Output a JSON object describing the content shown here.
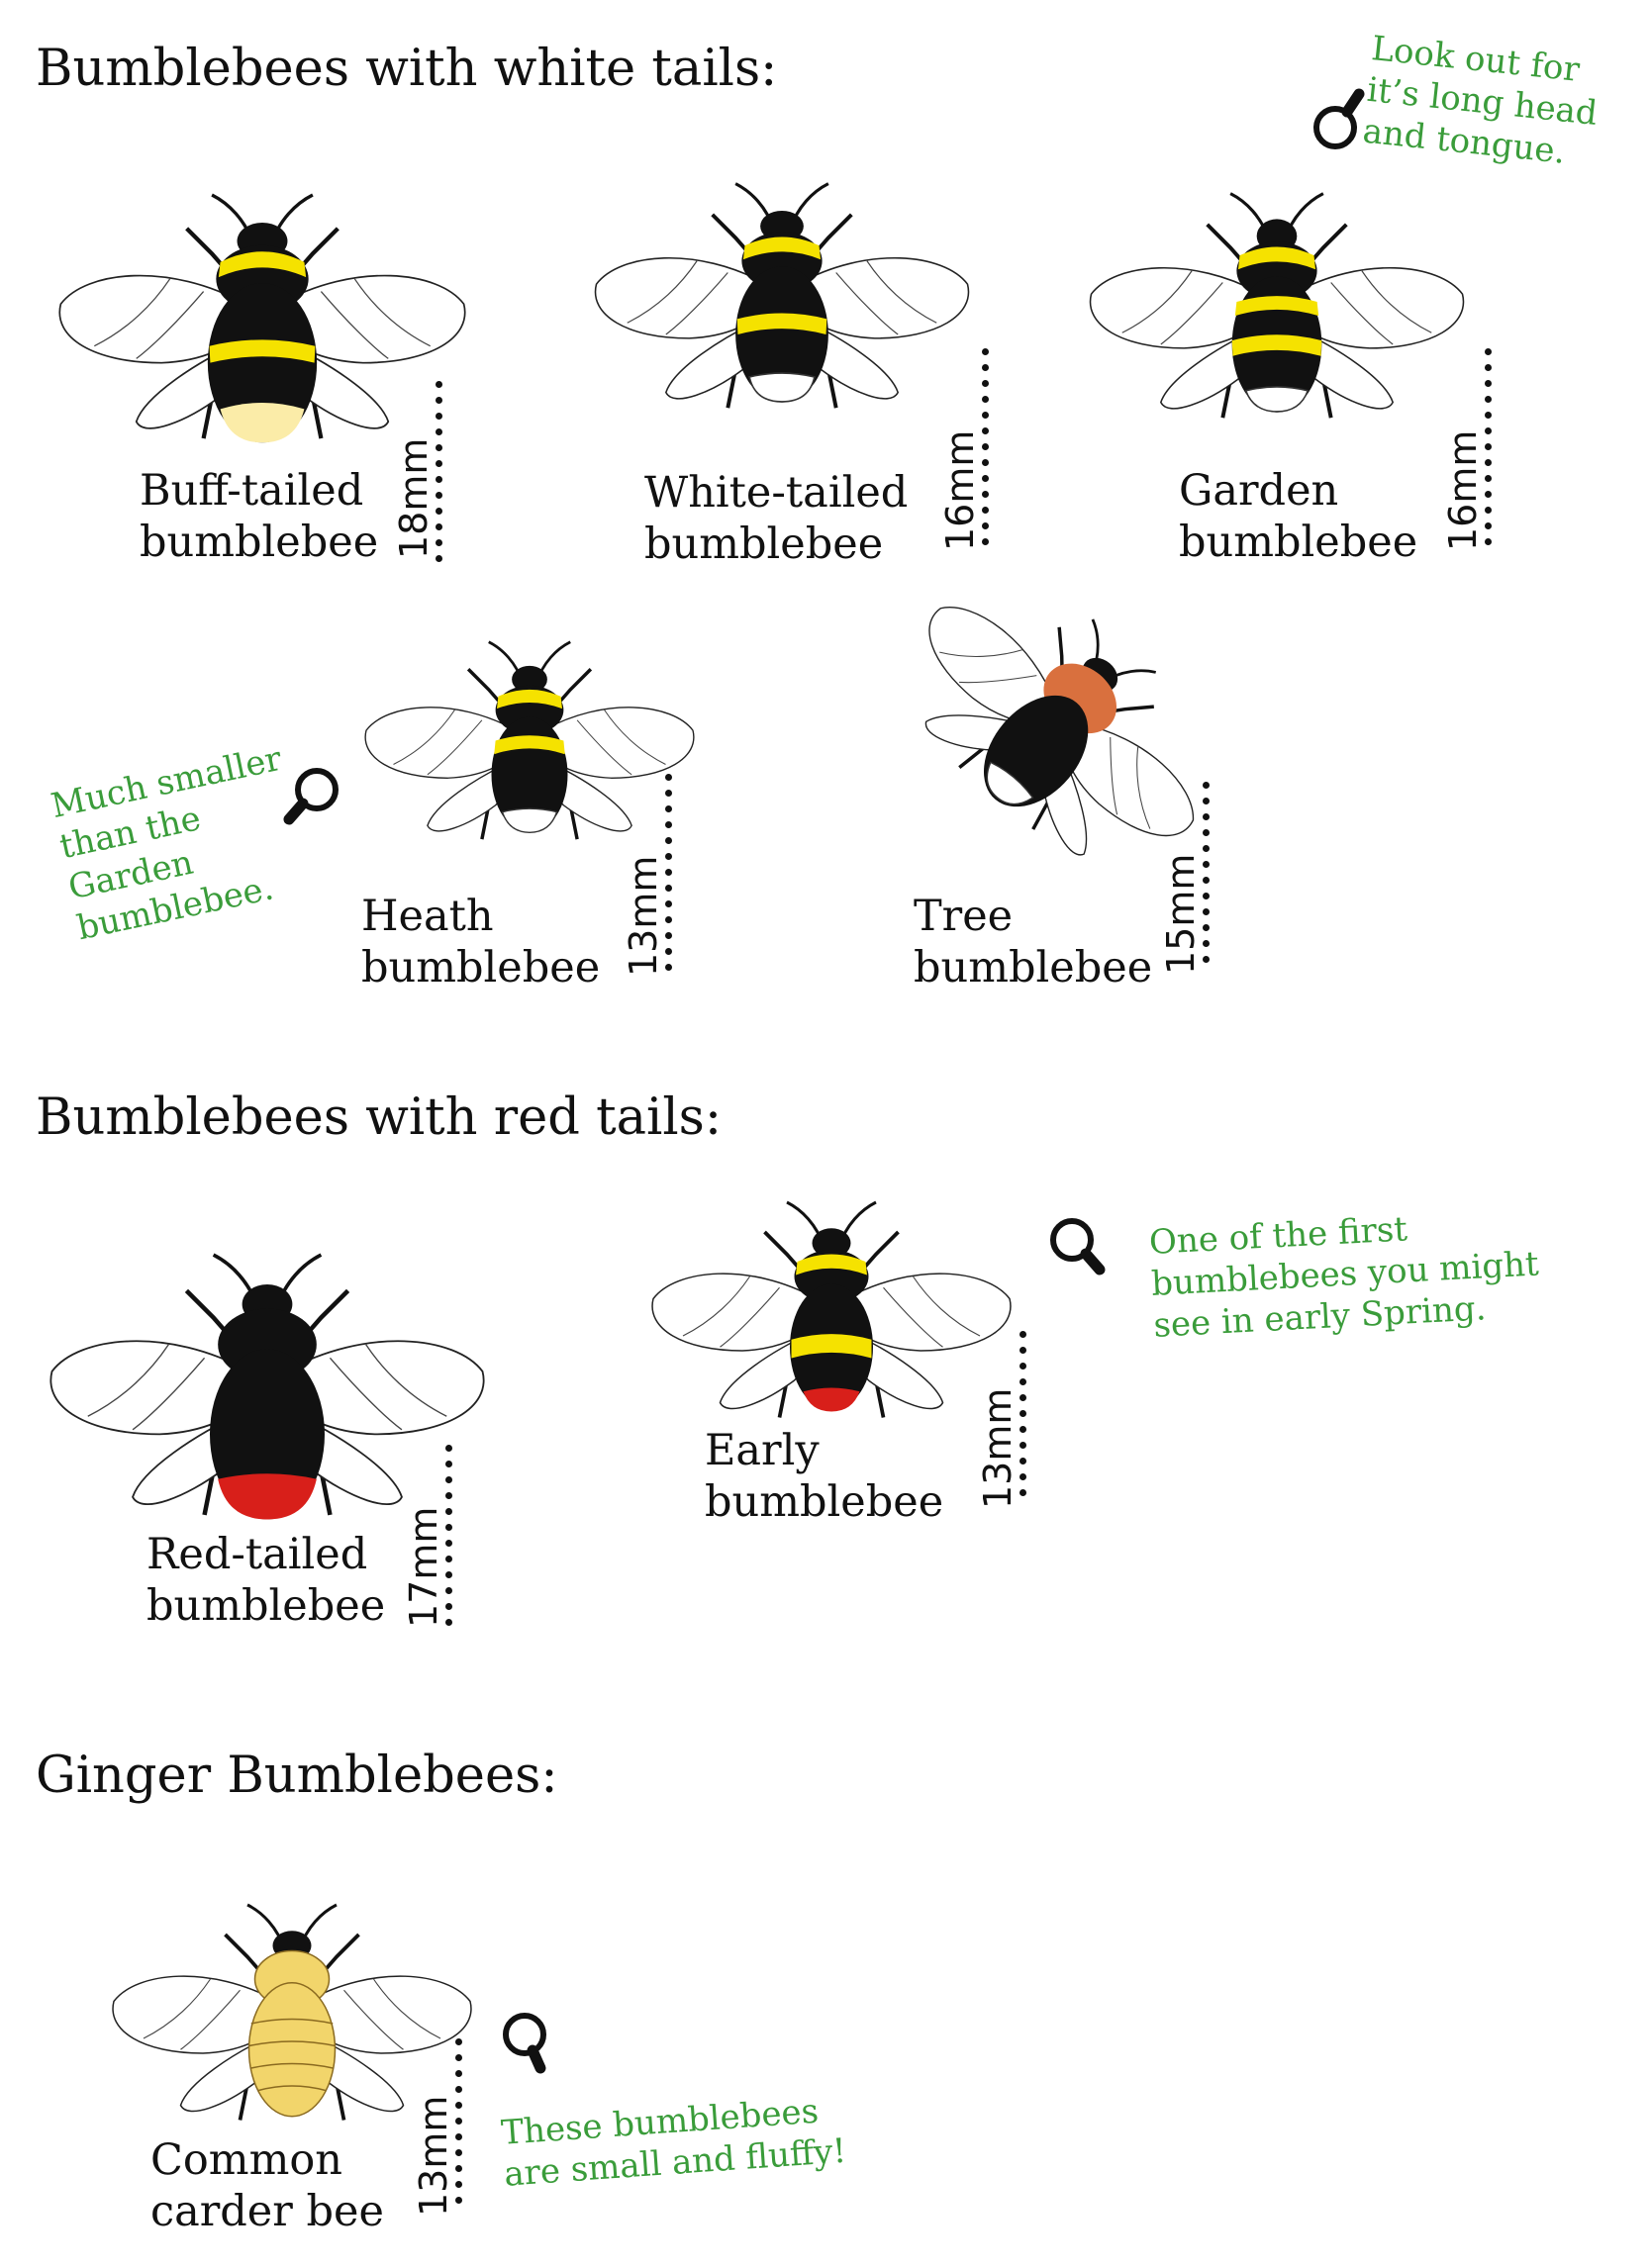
{
  "sections": {
    "white": "Bumblebees with white tails:",
    "red": "Bumblebees with red tails:",
    "ginger": "Ginger Bumblebees:"
  },
  "bees": {
    "buff": {
      "line1": "Buff-tailed",
      "line2": "bumblebee",
      "size": "18mm"
    },
    "white": {
      "line1": "White-tailed",
      "line2": "bumblebee",
      "size": "16mm"
    },
    "garden": {
      "line1": "Garden",
      "line2": "bumblebee",
      "size": "16mm"
    },
    "heath": {
      "line1": "Heath",
      "line2": "bumblebee",
      "size": "13mm"
    },
    "tree": {
      "line1": "Tree",
      "line2": "bumblebee",
      "size": "15mm"
    },
    "redtailed": {
      "line1": "Red-tailed",
      "line2": "bumblebee",
      "size": "17mm"
    },
    "early": {
      "line1": "Early",
      "line2": "bumblebee",
      "size": "13mm"
    },
    "carder": {
      "line1": "Common",
      "line2": "carder bee",
      "size": "13mm"
    }
  },
  "notes": {
    "garden": [
      "Look out for",
      "it’s long head",
      "and tongue."
    ],
    "heath": [
      "Much smaller",
      "than the",
      "Garden",
      "bumblebee."
    ],
    "early": [
      "One of the first",
      "bumblebees you might",
      "see in early Spring."
    ],
    "carder": [
      "These bumblebees",
      "are small and fluffy!"
    ]
  },
  "colors": {
    "note_green": "#3a9c3a",
    "yellow": "#f5e200",
    "buff": "#fbeca8",
    "red_tail": "#d81f1a",
    "tree_orange": "#d9703e",
    "carder_ginger": "#f2d56b",
    "black": "#111111"
  },
  "icons": {
    "magnifier": "magnifier-icon"
  }
}
